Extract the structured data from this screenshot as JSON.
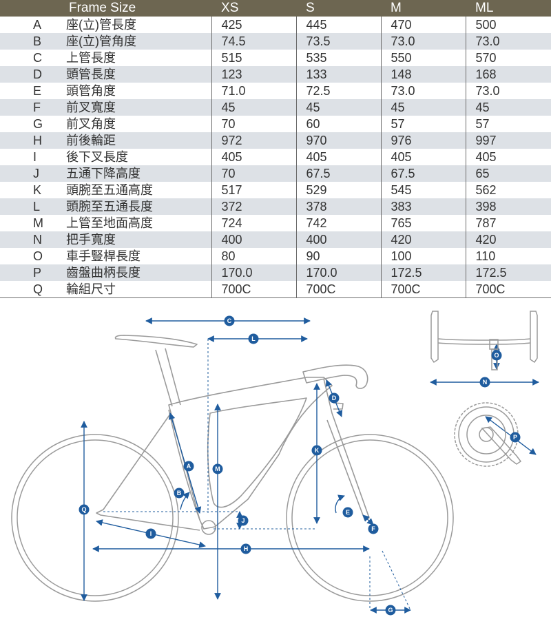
{
  "table": {
    "header": {
      "label": "Frame Size",
      "sizes": [
        "XS",
        "S",
        "M",
        "ML"
      ]
    },
    "rows": [
      {
        "letter": "A",
        "name": "座(立)管長度",
        "values": [
          "425",
          "445",
          "470",
          "500"
        ]
      },
      {
        "letter": "B",
        "name": "座(立)管角度",
        "values": [
          "74.5",
          "73.5",
          "73.0",
          "73.0"
        ]
      },
      {
        "letter": "C",
        "name": "上管長度",
        "values": [
          "515",
          "535",
          "550",
          "570"
        ]
      },
      {
        "letter": "D",
        "name": "頭管長度",
        "values": [
          "123",
          "133",
          "148",
          "168"
        ]
      },
      {
        "letter": "E",
        "name": "頭管角度",
        "values": [
          "71.0",
          "72.5",
          "73.0",
          "73.0"
        ]
      },
      {
        "letter": "F",
        "name": "前叉寬度",
        "values": [
          "45",
          "45",
          "45",
          "45"
        ]
      },
      {
        "letter": "G",
        "name": "前叉角度",
        "values": [
          "70",
          "60",
          "57",
          "57"
        ]
      },
      {
        "letter": "H",
        "name": "前後輪距",
        "values": [
          "972",
          "970",
          "976",
          "997"
        ]
      },
      {
        "letter": "I",
        "name": "後下叉長度",
        "values": [
          "405",
          "405",
          "405",
          "405"
        ]
      },
      {
        "letter": "J",
        "name": "五通下降高度",
        "values": [
          "70",
          "67.5",
          "67.5",
          "65"
        ]
      },
      {
        "letter": "K",
        "name": "頭腕至五通高度",
        "values": [
          "517",
          "529",
          "545",
          "562"
        ]
      },
      {
        "letter": "L",
        "name": "頭腕至五通長度",
        "values": [
          "372",
          "378",
          "383",
          "398"
        ]
      },
      {
        "letter": "M",
        "name": "上管至地面高度",
        "values": [
          "724",
          "742",
          "765",
          "787"
        ]
      },
      {
        "letter": "N",
        "name": "把手寬度",
        "values": [
          "400",
          "400",
          "420",
          "420"
        ]
      },
      {
        "letter": "O",
        "name": "車手豎桿長度",
        "values": [
          "80",
          "90",
          "100",
          "110"
        ]
      },
      {
        "letter": "P",
        "name": "齒盤曲柄長度",
        "values": [
          "170.0",
          "170.0",
          "172.5",
          "172.5"
        ]
      },
      {
        "letter": "Q",
        "name": "輪組尺寸",
        "values": [
          "700C",
          "700C",
          "700C",
          "700C"
        ]
      }
    ]
  },
  "diagram": {
    "markers": [
      "A",
      "B",
      "C",
      "D",
      "E",
      "F",
      "G",
      "H",
      "I",
      "J",
      "K",
      "L",
      "M",
      "N",
      "O",
      "P",
      "Q"
    ]
  },
  "colors": {
    "header_bg": "#6d6651",
    "row_shade": "#dde1e6",
    "marker_blue": "#1f5c9e",
    "frame_line": "#9a9a9a"
  }
}
